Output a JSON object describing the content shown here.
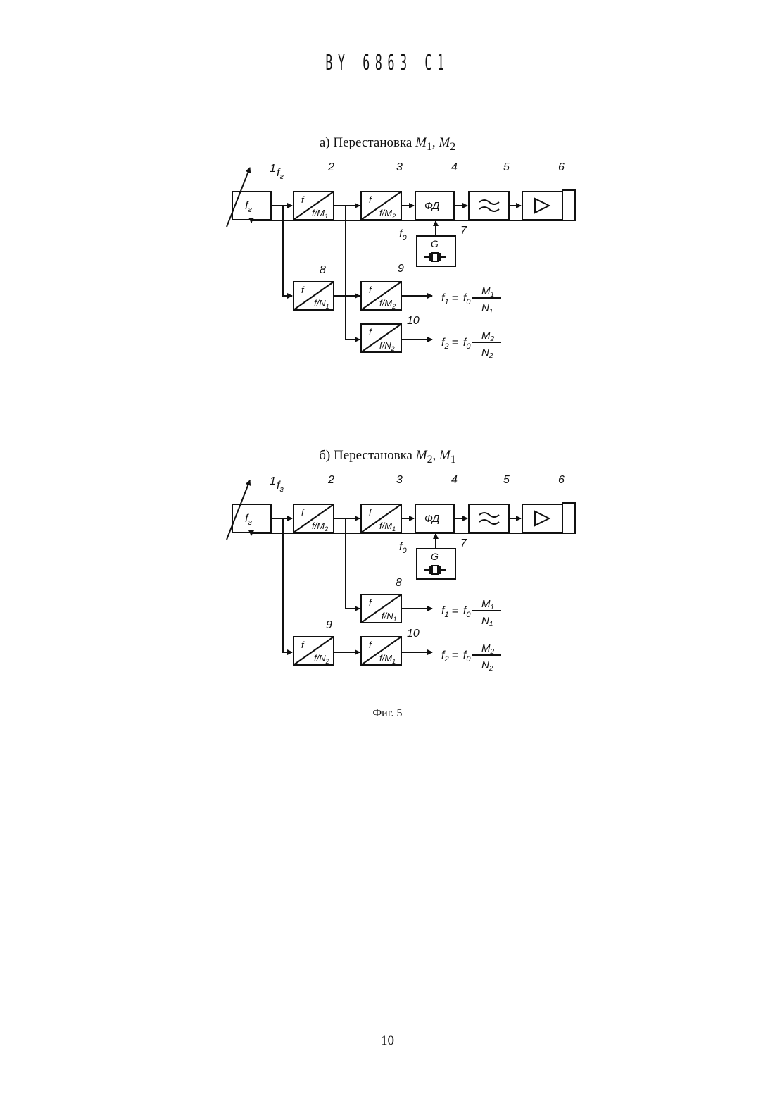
{
  "header": "BY 6863 C1",
  "diagram_a": {
    "caption_prefix": "а) Перестановка ",
    "caption_m_first": "M",
    "caption_sub_first": "1",
    "caption_sep": ", ",
    "caption_m_second": "M",
    "caption_sub_second": "2",
    "numbers": [
      "1",
      "2",
      "3",
      "4",
      "5",
      "6",
      "7",
      "8",
      "9",
      "10"
    ],
    "block_top": "f",
    "div2": "M",
    "div2_sub": "1",
    "div3": "M",
    "div3_sub": "2",
    "div8": "N",
    "div8_sub": "1",
    "div9": "M",
    "div9_sub": "2",
    "div10": "N",
    "div10_sub": "2"
  },
  "diagram_b": {
    "caption_prefix": "б) Перестановка ",
    "caption_m_first": "M",
    "caption_sub_first": "2",
    "caption_sep": ", ",
    "caption_m_second": "M",
    "caption_sub_second": "1",
    "numbers": [
      "1",
      "2",
      "3",
      "4",
      "5",
      "6",
      "7",
      "8",
      "9",
      "10"
    ],
    "div2": "M",
    "div2_sub": "2",
    "div3": "M",
    "div3_sub": "1",
    "div8": "N",
    "div8_sub": "1",
    "div9": "N",
    "div9_sub": "2",
    "div10": "M",
    "div10_sub": "1"
  },
  "common": {
    "vco_label": "f",
    "vco_sub": "г",
    "fg_label": "f",
    "fg_sub": "г",
    "pd_label": "ФД",
    "osc_label": "G",
    "f0_label": "f",
    "f0_sub": "0",
    "out1_f": "f",
    "out1_sub": "1",
    "out2_f": "f",
    "out2_sub": "2",
    "eq": "=",
    "num1": "M",
    "num1_sub": "1",
    "den1": "N",
    "den1_sub": "1",
    "num2": "M",
    "num2_sub": "2",
    "den2": "N",
    "den2_sub": "2",
    "f_slash": "f/"
  },
  "figure_label": "Фиг. 5",
  "page_number": "10"
}
